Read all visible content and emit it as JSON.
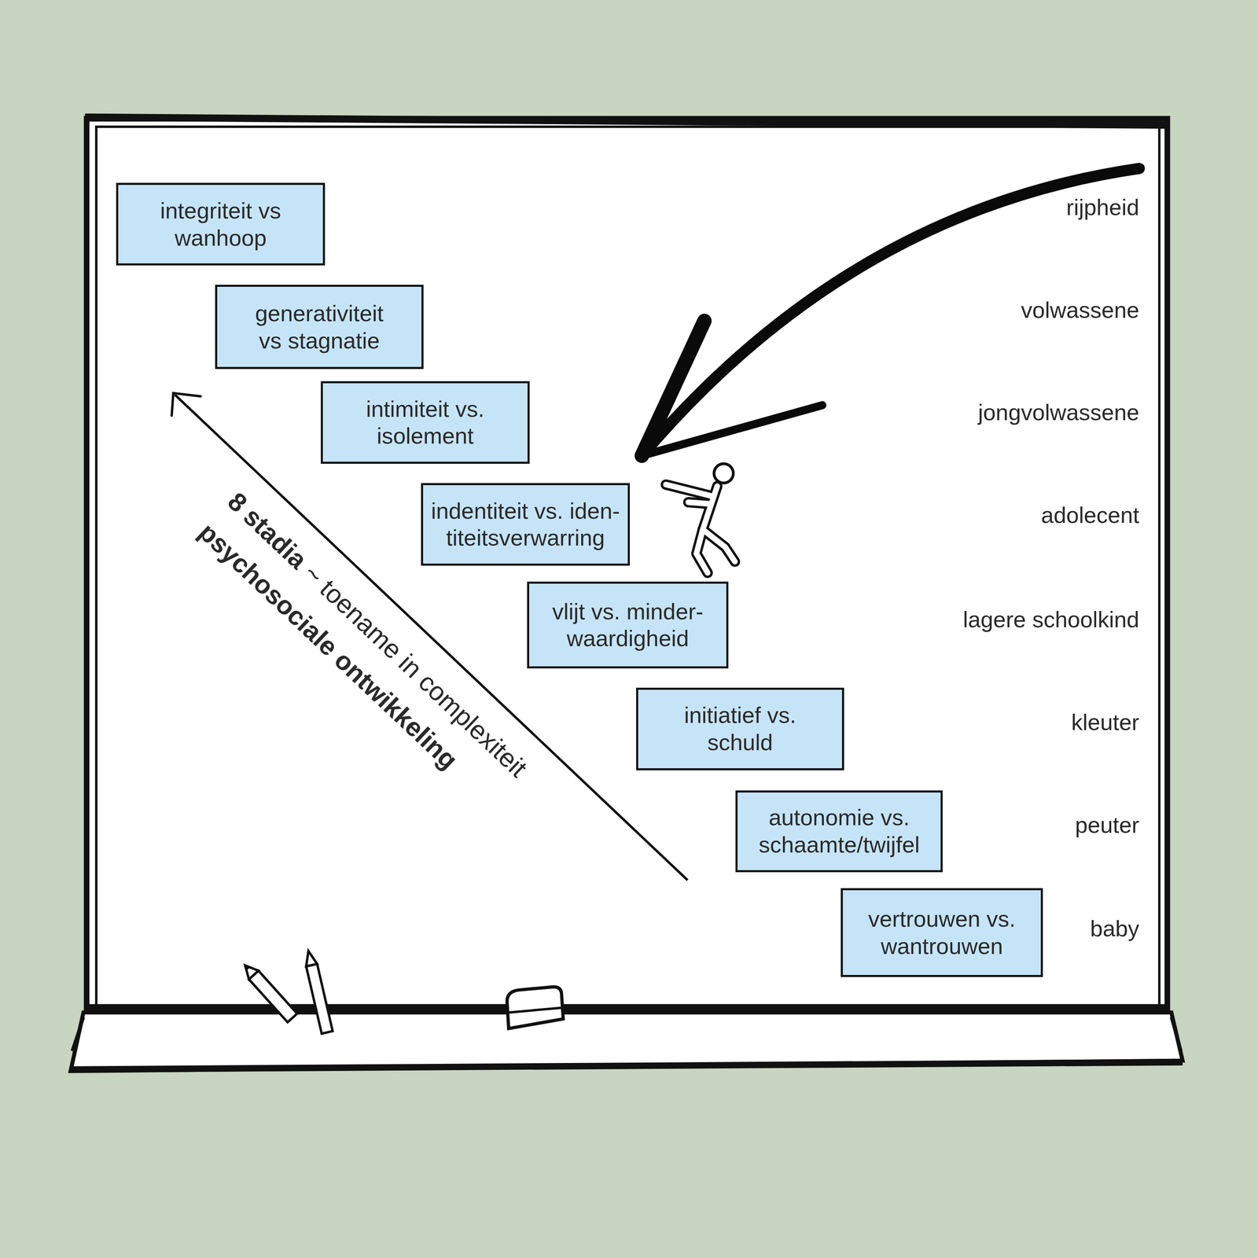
{
  "diagram": {
    "nodes": [
      {
        "text": [
          "integriteit vs wanhoop"
        ]
      },
      {
        "text": [
          "generativiteit vs stagnatie"
        ]
      },
      {
        "text": [
          "intimiteit vs. isolement"
        ]
      },
      {
        "text": [
          "indentiteit vs. iden- titeitsverwarring"
        ]
      },
      {
        "text": [
          "vlijt vs. minder- waardigheid"
        ]
      },
      {
        "text": [
          "initiatief vs. schuld"
        ]
      },
      {
        "text": [
          "autonomie vs. schaamte/twijfel"
        ]
      },
      {
        "text": [
          "vertrouwen vs. wantrouwen"
        ]
      }
    ],
    "labels": [
      "rijpheid",
      "volwassene",
      "jongvolwassene",
      "adolecent",
      "lagere schoolkind",
      "kleuter",
      "peuter",
      "baby",
      "8 stadia",
      "~ toename in complexiteit",
      "psychosociale ontwikkeling"
    ]
  }
}
